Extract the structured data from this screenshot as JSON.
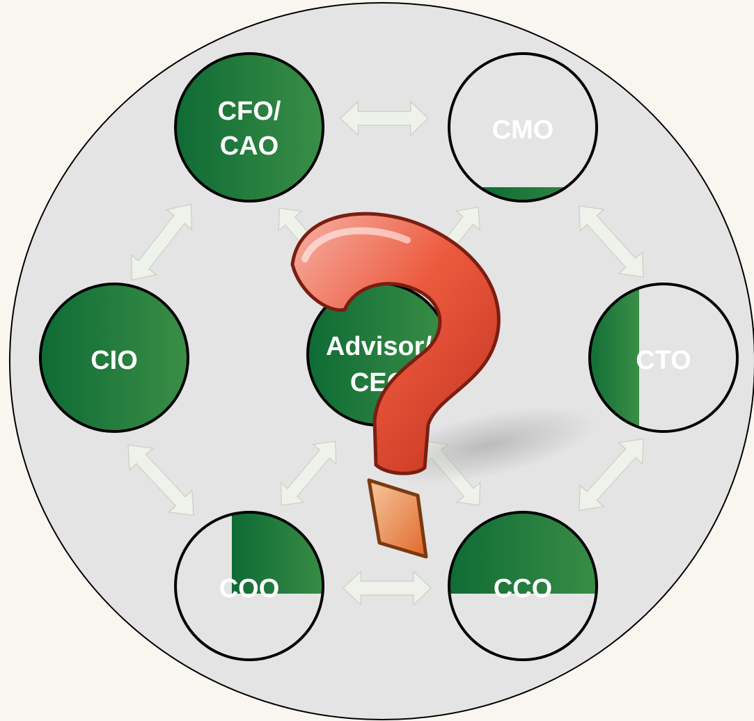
{
  "diagram": {
    "center": {
      "label_line1": "Advisor/",
      "label_line2": "CEO"
    },
    "roles": [
      {
        "id": "cfo",
        "line1": "CFO/",
        "line2": "CAO"
      },
      {
        "id": "cmo",
        "line1": "CMO"
      },
      {
        "id": "cio",
        "line1": "CIO"
      },
      {
        "id": "cto",
        "line1": "CTO"
      },
      {
        "id": "coo",
        "line1": "COO"
      },
      {
        "id": "cco",
        "line1": "CCO"
      }
    ]
  },
  "colors": {
    "background": "#f9f6f0",
    "outer_circle": "#e4e4e4",
    "role_green": "#1e7a3e",
    "arrow_fill": "#eef2ea",
    "question_mark": "#e8473a"
  },
  "icons": {
    "center_overlay": "question-mark-icon"
  }
}
